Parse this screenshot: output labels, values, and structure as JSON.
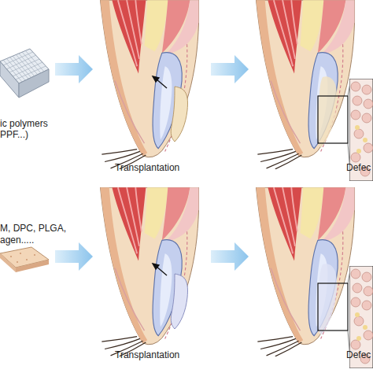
{
  "diagram": {
    "labels": [
      "ic polymers",
      "PPF...)",
      "M, DPC, PLGA,",
      "agen.....",
      "Transplantation",
      "Transplantation",
      "Defec",
      "Defec"
    ]
  }
}
